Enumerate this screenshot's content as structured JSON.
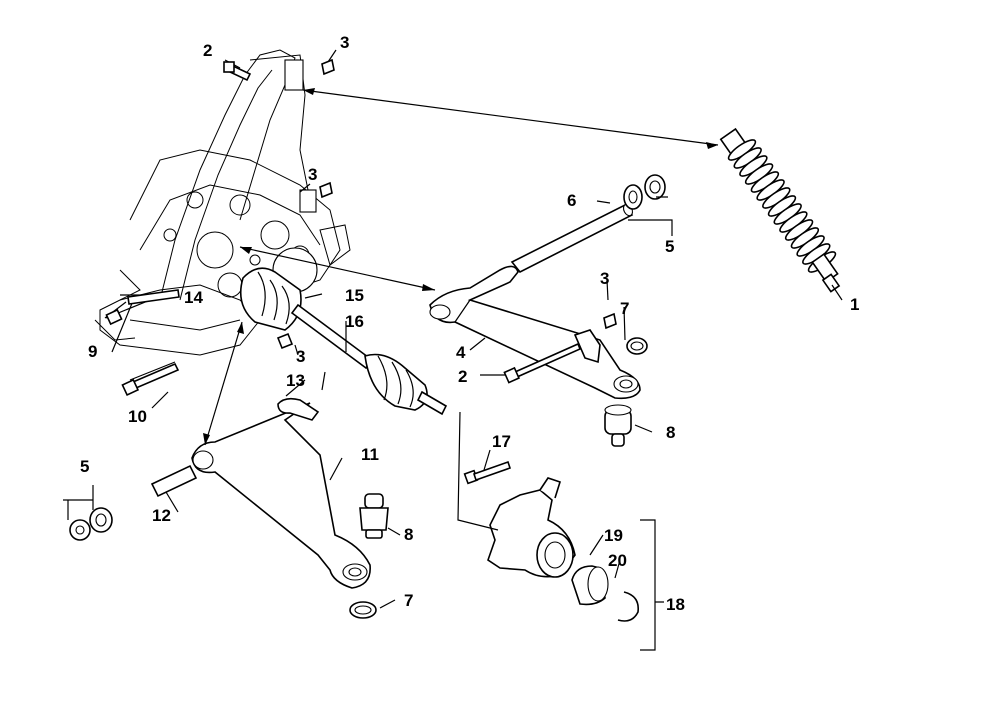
{
  "callouts": {
    "c1": "1",
    "c2a": "2",
    "c2b": "2",
    "c3a": "3",
    "c3b": "3",
    "c3c": "3",
    "c3d": "3",
    "c4": "4",
    "c5a": "5",
    "c5b": "5",
    "c6": "6",
    "c7a": "7",
    "c7b": "7",
    "c8a": "8",
    "c8b": "8",
    "c9": "9",
    "c10": "10",
    "c11": "11",
    "c12": "12",
    "c13": "13",
    "c14": "14",
    "c15": "15",
    "c16": "16",
    "c17": "17",
    "c18": "18",
    "c19": "19",
    "c20": "20"
  }
}
